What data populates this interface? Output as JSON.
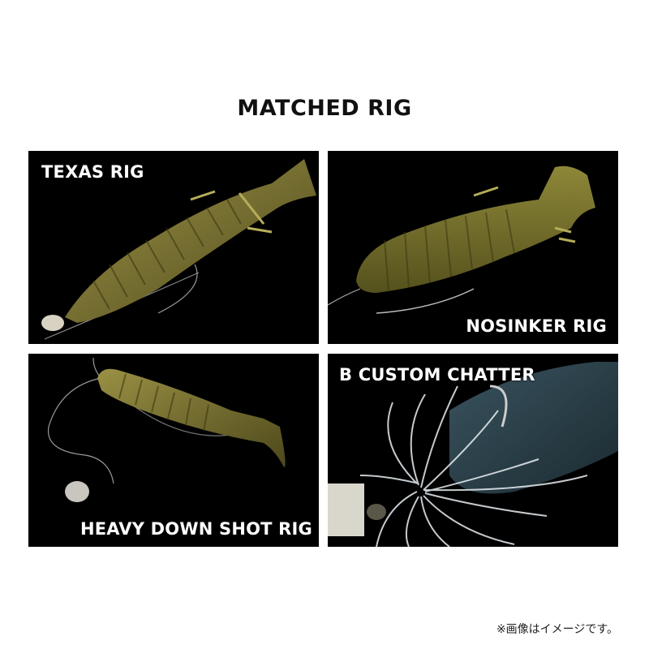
{
  "title": "MATCHED RIG",
  "panels": [
    {
      "label": "TEXAS RIG"
    },
    {
      "label": "NOSINKER RIG"
    },
    {
      "label": "HEAVY DOWN SHOT RIG"
    },
    {
      "label": "B CUSTOM CHATTER"
    }
  ],
  "note": "※画像はイメージです。",
  "colors": {
    "lure_body": "#6f6a2a",
    "lure_highlight": "#a49a4a",
    "background": "#000000",
    "skirt": "#e8eef2"
  }
}
